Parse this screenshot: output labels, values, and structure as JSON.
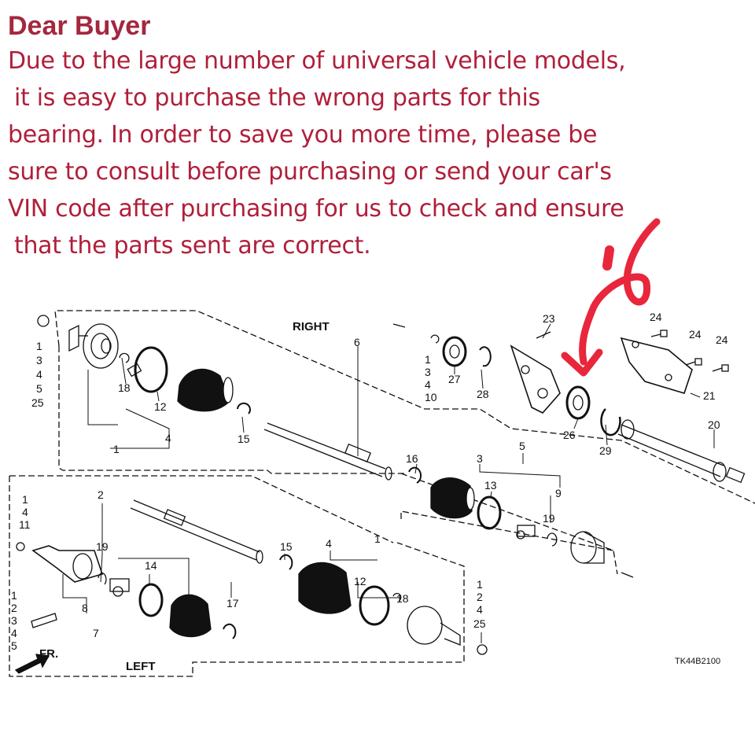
{
  "notice": {
    "heading": "Dear Buyer",
    "lines": [
      "Due to the large number of universal vehicle models,",
      "it is easy to purchase the wrong parts for this",
      "bearing. In order to save you more time, please be",
      "sure to consult before purchasing or send your car's",
      "VIN code after purchasing for us to check and ensure",
      "that the parts sent are correct."
    ]
  },
  "diagram": {
    "side_right": "RIGHT",
    "side_left": "LEFT",
    "front_mark": "FR.",
    "diagram_code": "TK44B2100",
    "callouts": {
      "c1": "1",
      "c2": "2",
      "c3": "3",
      "c4": "4",
      "c5": "5",
      "c6": "6",
      "c7": "7",
      "c8": "8",
      "c9": "9",
      "c10": "10",
      "c11": "11",
      "c12": "12",
      "c13": "13",
      "c14": "14",
      "c15": "15",
      "c16": "16",
      "c17": "17",
      "c18": "18",
      "c19": "19",
      "c20": "20",
      "c21": "21",
      "c23": "23",
      "c24": "24",
      "c25": "25",
      "c26": "26",
      "c27": "27",
      "c28": "28",
      "c29": "29"
    },
    "colors": {
      "ink": "#111111",
      "annotation": "#e8263c",
      "text": "#b01f3a"
    }
  }
}
